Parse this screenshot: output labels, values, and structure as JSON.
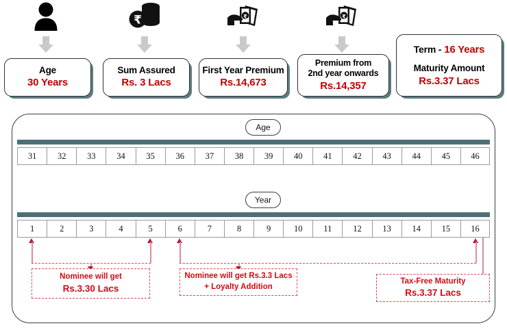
{
  "top_cards": [
    {
      "icon": "person-icon",
      "label": "Age",
      "value": "30 Years"
    },
    {
      "icon": "coin-stack-rupee-icon",
      "label": "Sum Assured",
      "value": "Rs. 3 Lacs"
    },
    {
      "icon": "cash-in-hand-icon",
      "label": "First Year Premium",
      "value": "Rs.14,673"
    },
    {
      "icon": "cash-in-hand-icon",
      "label_line1": "Premium from",
      "label_line2": "2nd year onwards",
      "value": "Rs.14,357"
    }
  ],
  "term_card": {
    "term_label": "Term  -",
    "term_value": "16 Years",
    "maturity_label": "Maturity Amount",
    "maturity_value": "Rs.3.37 Lacs"
  },
  "timeline": {
    "age_pill": "Age",
    "year_pill": "Year",
    "ages": [
      "31",
      "32",
      "33",
      "34",
      "35",
      "36",
      "37",
      "38",
      "39",
      "40",
      "41",
      "42",
      "43",
      "44",
      "45",
      "46"
    ],
    "years": [
      "1",
      "2",
      "3",
      "4",
      "5",
      "6",
      "7",
      "8",
      "9",
      "10",
      "11",
      "12",
      "13",
      "14",
      "15",
      "16"
    ]
  },
  "callouts": [
    {
      "name": "nominee-years-1-5",
      "line1": "Nominee will get",
      "line2": "Rs.3.30 Lacs",
      "from_year": 1,
      "to_year": 5
    },
    {
      "name": "nominee-years-6-15",
      "line1": "Nominee will get Rs.3.3 Lacs",
      "line2": "+ Loyalty Addition",
      "from_year": 6,
      "to_year": 15
    },
    {
      "name": "tax-free-maturity",
      "line1": "Tax-Free Maturity",
      "line2": "Rs.3.37 Lacs",
      "from_year": 16,
      "to_year": 16
    }
  ],
  "colors": {
    "accent_red": "#cf0a14",
    "value_red": "#c00000",
    "teal_bar": "#4e7075",
    "arrow_gray": "#c9c9c9",
    "dashed_red": "#e0434f"
  }
}
